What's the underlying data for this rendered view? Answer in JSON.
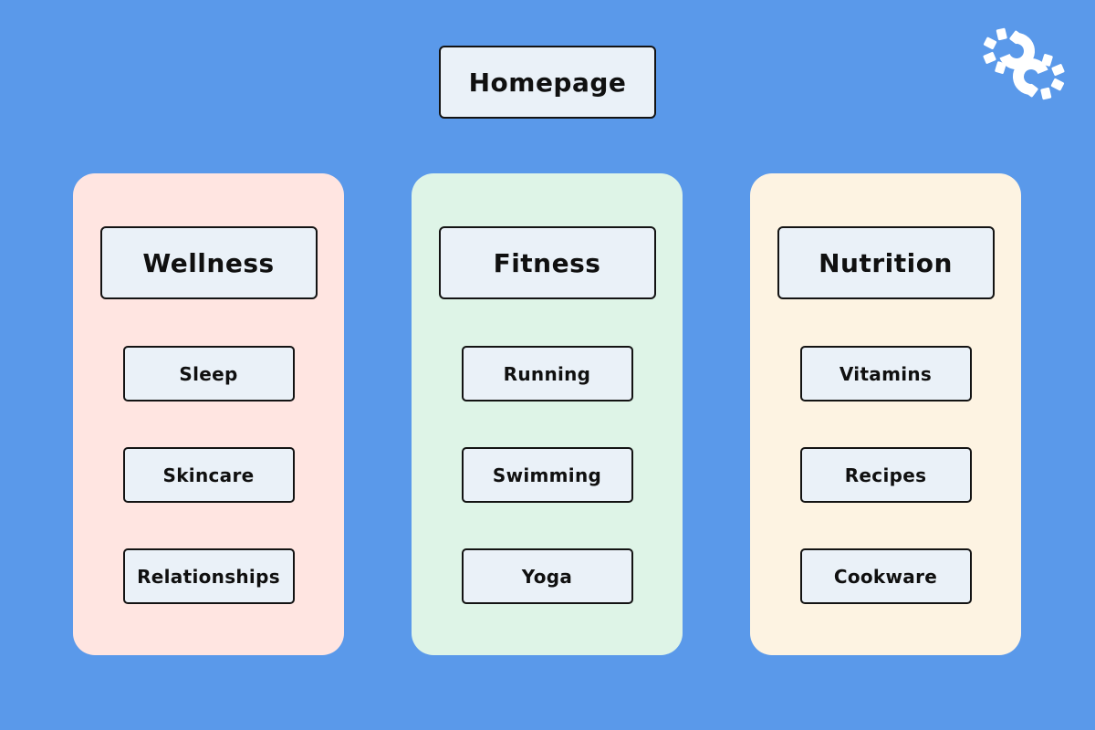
{
  "homepage": {
    "label": "Homepage"
  },
  "logo": {
    "icon": "interlocking-gears-icon",
    "color": "#FFFFFF"
  },
  "columns": [
    {
      "title": "Wellness",
      "color": "#FFE5E1",
      "items": [
        "Sleep",
        "Skincare",
        "Relationships"
      ]
    },
    {
      "title": "Fitness",
      "color": "#DEF4E7",
      "items": [
        "Running",
        "Swimming",
        "Yoga"
      ]
    },
    {
      "title": "Nutrition",
      "color": "#FDF3E2",
      "items": [
        "Vitamins",
        "Recipes",
        "Cookware"
      ]
    }
  ],
  "colors": {
    "background": "#5A99EA",
    "node_fill": "#EAF1F8",
    "node_border": "#131313",
    "text": "#101010"
  }
}
